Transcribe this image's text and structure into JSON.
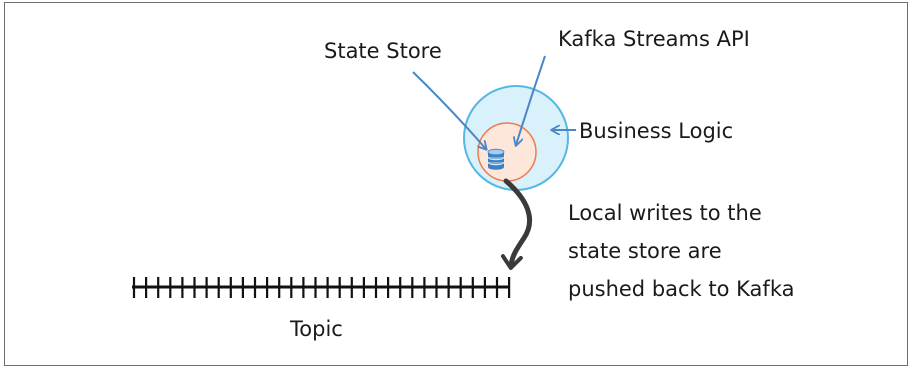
{
  "labels": {
    "state_store": "State Store",
    "kafka_streams_api": "Kafka Streams API",
    "business_logic": "Business Logic",
    "note_lines": [
      "Local writes to the",
      "state store are",
      "pushed back to Kafka"
    ],
    "topic": "Topic"
  },
  "colors": {
    "outer_circle_fill": "#d8f1fb",
    "outer_circle_stroke": "#56b7e2",
    "inner_circle_fill": "#fde6da",
    "inner_circle_stroke": "#ec7b4d",
    "pointer_arrow": "#4a86c8",
    "database_icon": "#3f7fc4",
    "write_back_arrow": "#3a3a3a",
    "topic_line": "#111111"
  },
  "icons": {
    "state_store": "database-icon"
  }
}
